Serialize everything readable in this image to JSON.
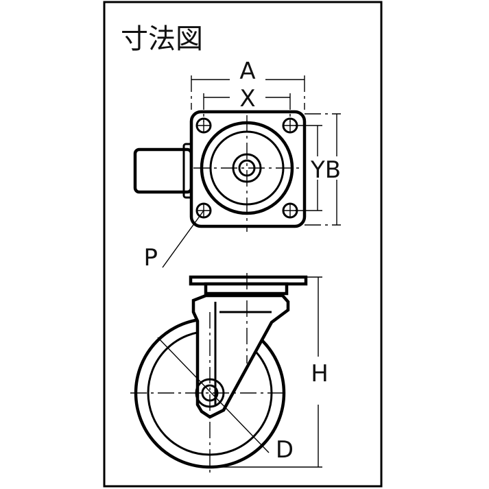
{
  "title": "寸法図",
  "labels": {
    "a": "A",
    "x": "X",
    "yb": "YB",
    "p": "P",
    "h": "H",
    "d": "D"
  },
  "colors": {
    "line": "#000000",
    "background": "#ffffff"
  }
}
